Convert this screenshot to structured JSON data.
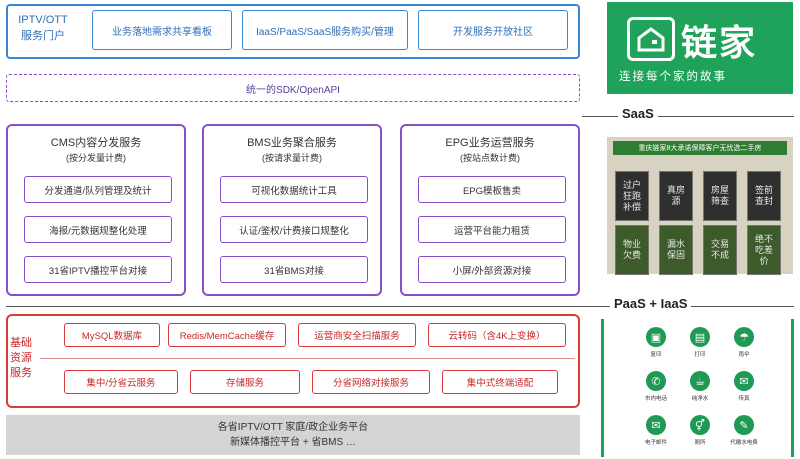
{
  "portal": {
    "title": "IPTV/OTT\n服务门户",
    "boxes": [
      "业务落地需求共享看板",
      "IaaS/PaaS/SaaS服务购买/管理",
      "开发服务开放社区"
    ]
  },
  "sdk": "统一的SDK/OpenAPI",
  "services": [
    {
      "title": "CMS内容分发服务",
      "sub": "(按分发量计费)",
      "items": [
        "分发通道/队列管理及统计",
        "海报/元数据规整化处理",
        "31省IPTV播控平台对接"
      ]
    },
    {
      "title": "BMS业务聚合服务",
      "sub": "(按请求量计费)",
      "items": [
        "可视化数据统计工具",
        "认证/鉴权/计费接口规整化",
        "31省BMS对接"
      ]
    },
    {
      "title": "EPG业务运营服务",
      "sub": "(按站点数计费)",
      "items": [
        "EPG模板售卖",
        "运营平台能力租赁",
        "小屏/外部资源对接"
      ]
    }
  ],
  "base": {
    "title": "基础\n资源\n服务",
    "row1": [
      "MySQL数据库",
      "Redis/MemCache缓存",
      "运营商安全扫描服务",
      "云转码（含4K上变换）"
    ],
    "row2": [
      "集中/分省云服务",
      "存储服务",
      "分省网络对接服务",
      "集中式终端适配"
    ]
  },
  "bottom": {
    "line1": "各省IPTV/OTT 家庭/政企业务平台",
    "line2": "新媒体播控平台 + 省BMS …"
  },
  "right": {
    "brand_name": "链家",
    "slogan": "连接每个家的故事",
    "saas_label": "SaaS",
    "paas_label": "PaaS + IaaS",
    "poster_banner": "重庆链家8大承诺保障客户无忧选二手房",
    "tiles": [
      "过户\n狂跑\n补偿",
      "真房\n源",
      "房屋\n筛查",
      "签前\n查封",
      "物业\n欠费",
      "漏水\n保固",
      "交易\n不成",
      "绝不\n吃差\n价"
    ],
    "apps": [
      {
        "icon": "printer-icon",
        "glyph": "▣",
        "label": "复印"
      },
      {
        "icon": "print-icon",
        "glyph": "▤",
        "label": "打印"
      },
      {
        "icon": "umbrella-icon",
        "glyph": "☂",
        "label": "雨伞"
      },
      {
        "icon": "phone-icon",
        "glyph": "✆",
        "label": "市内电话"
      },
      {
        "icon": "cup-icon",
        "glyph": "☕",
        "label": "纯净水"
      },
      {
        "icon": "fax-icon",
        "glyph": "✉",
        "label": "传真"
      },
      {
        "icon": "mail-icon",
        "glyph": "✉",
        "label": "电子邮件"
      },
      {
        "icon": "restroom-icon",
        "glyph": "⚥",
        "label": "厕所"
      },
      {
        "icon": "edit-icon",
        "glyph": "✎",
        "label": "代缴水电费"
      }
    ]
  }
}
